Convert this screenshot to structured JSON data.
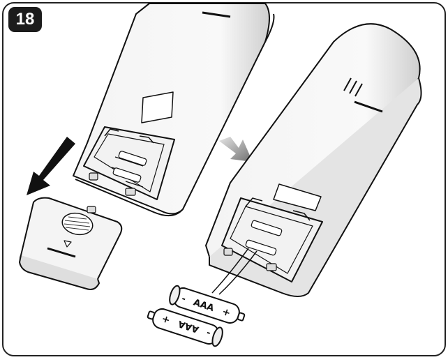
{
  "step": {
    "number": "18"
  },
  "batteries": [
    {
      "label": "AAA",
      "plus": "+",
      "minus": "-"
    },
    {
      "label": "AAA",
      "plus": "+",
      "minus": "-"
    }
  ],
  "icons": [
    "down-left-arrow-icon",
    "right-shaded-arrow-icon"
  ],
  "colors": {
    "outline": "#111111",
    "panel": "#ffffff",
    "badge": "#1c1c1c",
    "remote_shade": "#dcdcdc",
    "arrow_gray": "#8a8a8a"
  }
}
